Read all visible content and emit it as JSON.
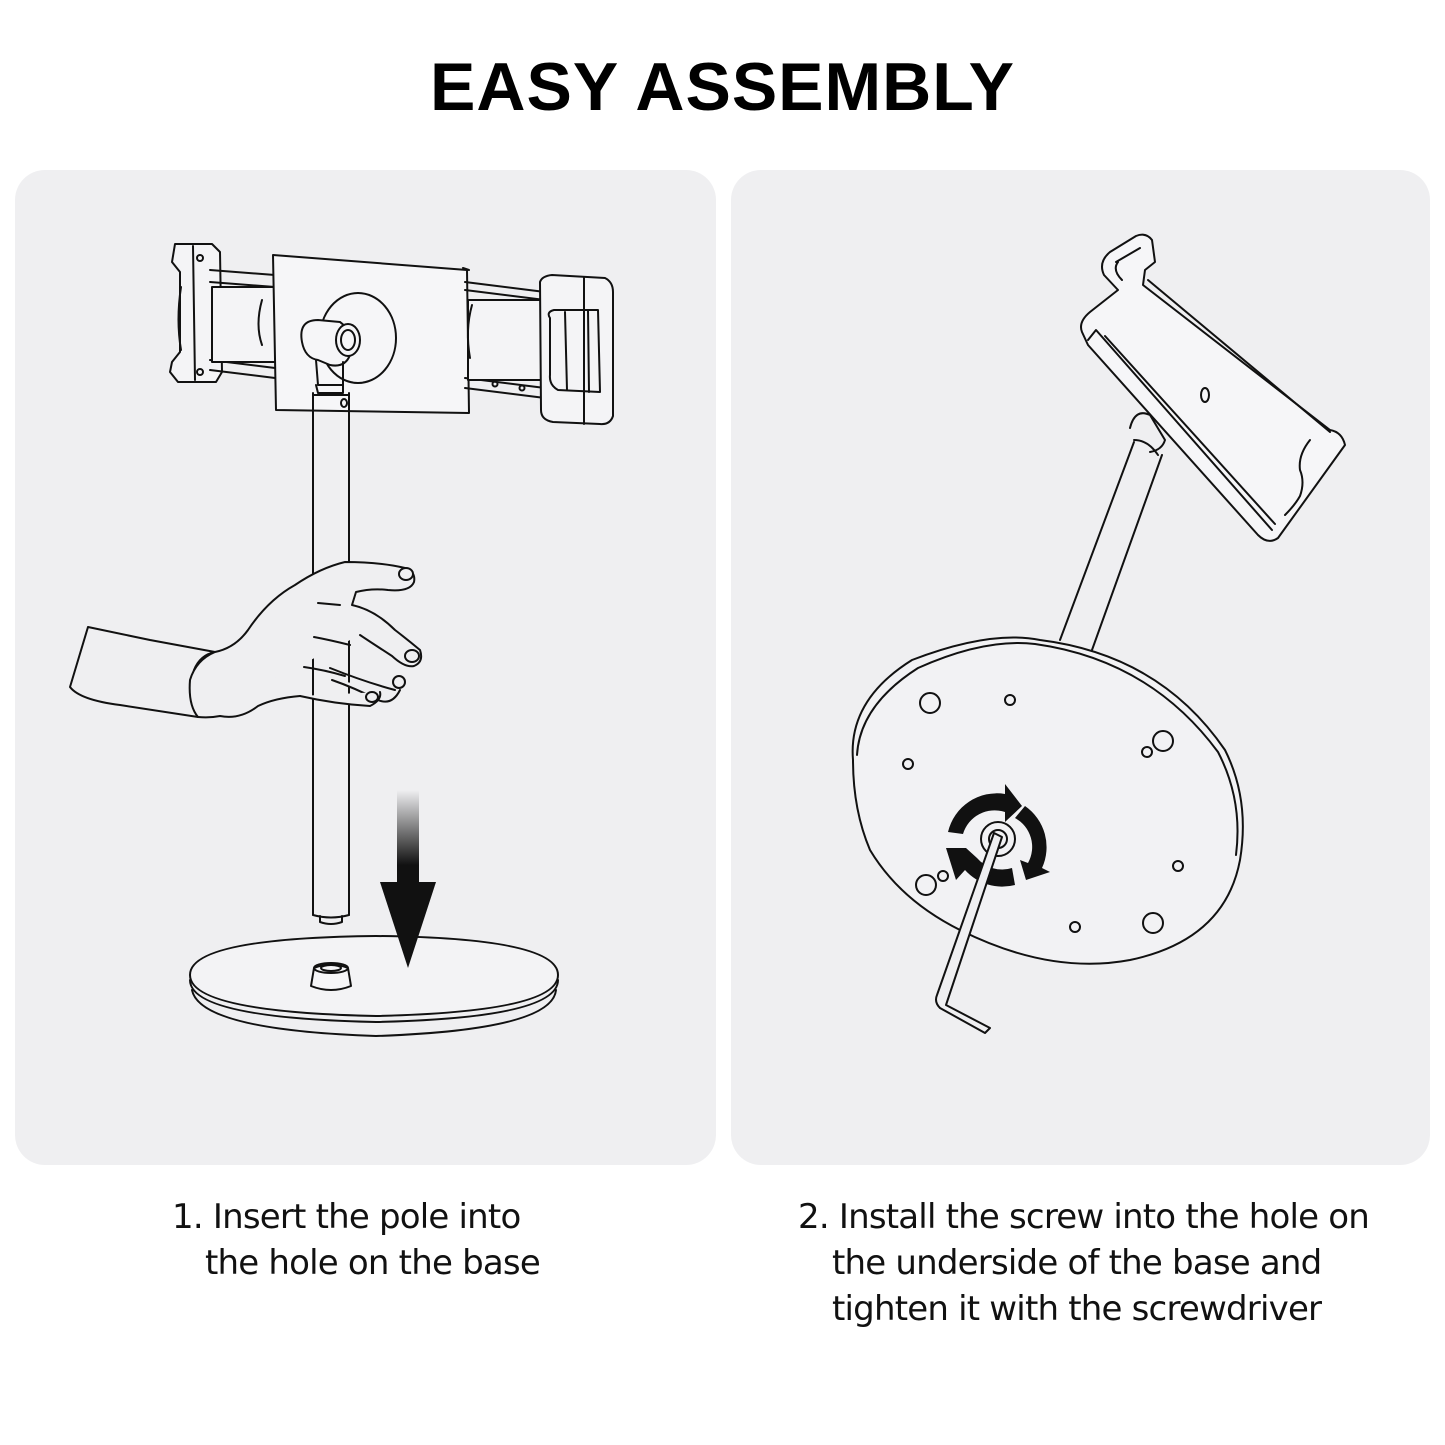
{
  "header": {
    "title": "EASY ASSEMBLY"
  },
  "panels": [
    {
      "id": "step-1",
      "illustration": "hand-inserting-pole-into-base",
      "icons": [
        "tablet-holder-icon",
        "hand-icon",
        "pole-icon",
        "down-arrow-icon",
        "base-plate-icon"
      ],
      "caption": {
        "number": "1.",
        "lines": [
          "1. Insert the pole into",
          "the hole on the base"
        ]
      }
    },
    {
      "id": "step-2",
      "illustration": "screwdriver-tightening-base-underside",
      "icons": [
        "tablet-holder-icon",
        "pole-icon",
        "base-underside-icon",
        "rotate-arrows-icon",
        "hex-key-icon"
      ],
      "caption": {
        "number": "2.",
        "lines": [
          "2. Install the screw into the hole on",
          "the underside of the base and",
          "tighten it with the screwdriver"
        ]
      }
    }
  ],
  "colors": {
    "panel_bg": "#efeff1",
    "line": "#111111",
    "page_bg": "#ffffff"
  }
}
